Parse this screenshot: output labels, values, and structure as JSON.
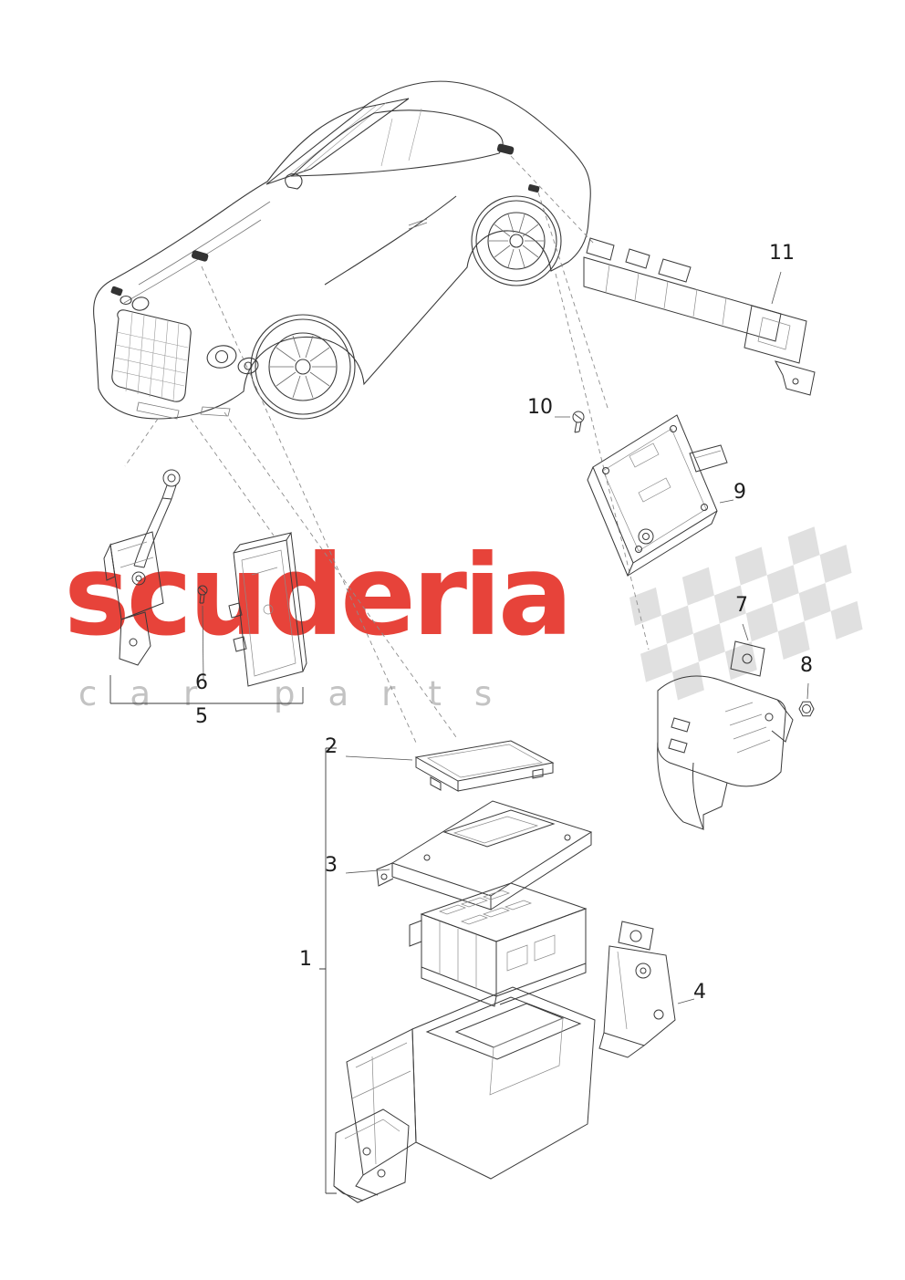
{
  "watermark": {
    "brand": "scuderia",
    "subtitle": "car parts",
    "brand_color": "#e5342a",
    "subtitle_color": "#c3c3c3",
    "flag_color": "#c7c7c7"
  },
  "line_art": {
    "stroke_color": "#3a3a3a",
    "leader_color": "#8c8c8c",
    "marker_fill": "#333333",
    "background": "#ffffff"
  },
  "callouts": [
    {
      "label": "1"
    },
    {
      "label": "2"
    },
    {
      "label": "3"
    },
    {
      "label": "4"
    },
    {
      "label": "5"
    },
    {
      "label": "6"
    },
    {
      "label": "7"
    },
    {
      "label": "8"
    },
    {
      "label": "9"
    },
    {
      "label": "10"
    },
    {
      "label": "11"
    }
  ]
}
